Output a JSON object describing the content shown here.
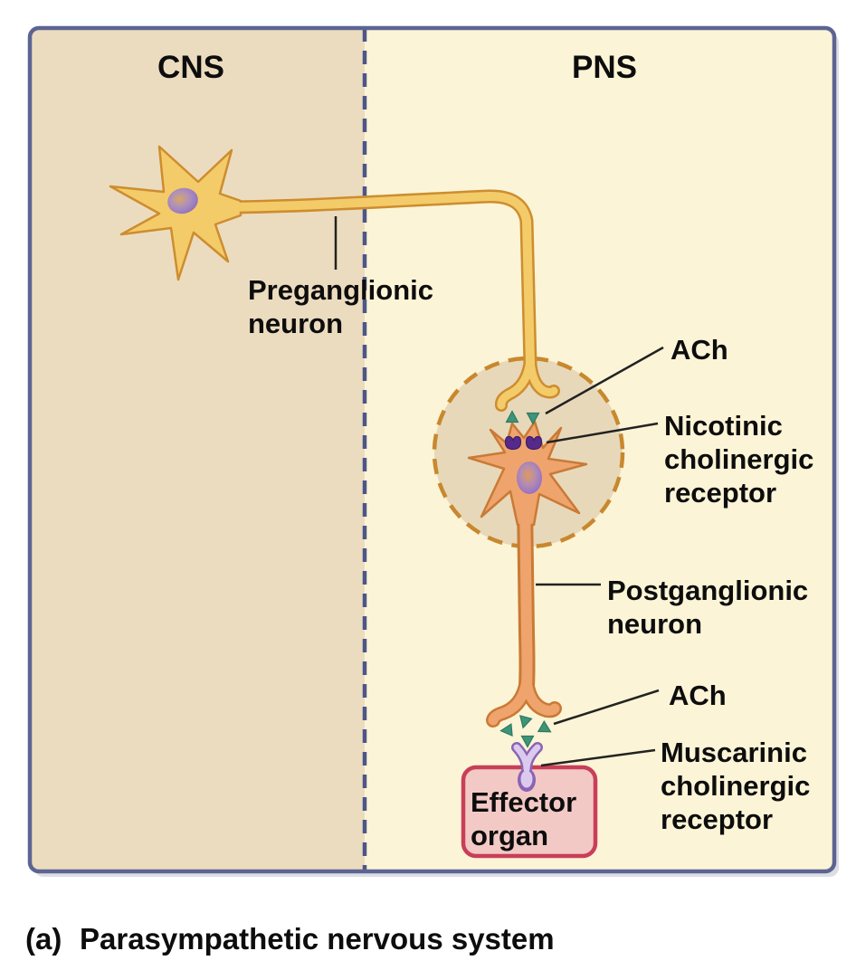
{
  "figure": {
    "caption_index": "(a)",
    "caption_text": "Parasympathetic nervous system"
  },
  "regions": {
    "cns": "CNS",
    "pns": "PNS"
  },
  "labels": {
    "preganglionic_line1": "Preganglionic",
    "preganglionic_line2": "neuron",
    "ach_ganglionic": "ACh",
    "nicotinic_line1": "Nicotinic",
    "nicotinic_line2": "cholinergic",
    "nicotinic_line3": "receptor",
    "postganglionic_line1": "Postganglionic",
    "postganglionic_line2": "neuron",
    "ach_effector": "ACh",
    "muscarinic_line1": "Muscarinic",
    "muscarinic_line2": "cholinergic",
    "muscarinic_line3": "receptor",
    "effector_line1": "Effector",
    "effector_line2": "organ"
  },
  "colors": {
    "frame_border": "#5c6492",
    "cns_background": "#ecdcbf",
    "pns_background": "#fcf4d6",
    "divider_dash": "#4c5787",
    "ganglion_fill": "#e8d8ba",
    "ganglion_dash": "#c8882e",
    "preganglionic_neuron_fill": "#f4cb69",
    "preganglionic_neuron_stroke": "#cd8d2f",
    "postganglionic_neuron_fill": "#efa46d",
    "postganglionic_neuron_stroke": "#c97a35",
    "nucleus_purple": "#9c7fc2",
    "ach_green": "#3e9478",
    "nicotinic_receptor_purple": "#552a8a",
    "muscarinic_receptor_fill": "#dccaee",
    "muscarinic_receptor_stroke": "#8a64b4",
    "effector_fill": "#f3c9c6",
    "effector_border": "#c83f58",
    "label_text": "#0d0d0d"
  }
}
